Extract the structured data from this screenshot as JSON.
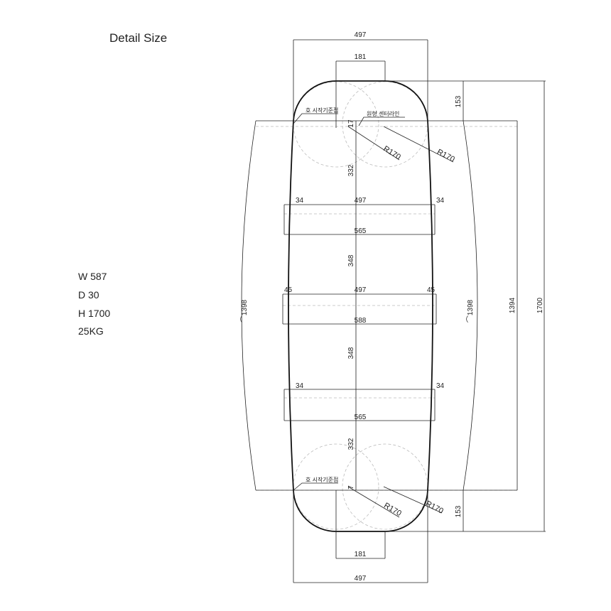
{
  "title": "Detail Size",
  "specs": {
    "width": "W 587",
    "depth": "D 30",
    "height": "H 1700",
    "weight": "25KG"
  },
  "labels": {
    "top_outer": "497",
    "top_inner": "181",
    "bottom_outer": "497",
    "bottom_inner": "181",
    "right_153_top": "153",
    "right_153_bottom": "153",
    "right_1394": "1394",
    "right_1700": "1700",
    "arc_left": "⌒1398",
    "arc_right": "⌒1398",
    "arc_start_top": "호 시작기준점",
    "arc_start_bottom": "호 시작기준점",
    "circle_center": "원형 센터라인",
    "r170_a": "R170",
    "r170_b": "R170",
    "r170_c": "R170",
    "r170_d": "R170",
    "v17_top": "17",
    "v332_top": "332",
    "v348_top": "348",
    "v348_bottom": "348",
    "v332_bottom": "332",
    "v7_bottom": "7",
    "band1_left": "34",
    "band1_top": "497",
    "band1_right": "34",
    "band1_bottom": "565",
    "band2_left": "45",
    "band2_top": "497",
    "band2_right": "45",
    "band2_bottom": "588",
    "band3_left": "34",
    "band3_right": "34",
    "band3_bottom": "565"
  }
}
